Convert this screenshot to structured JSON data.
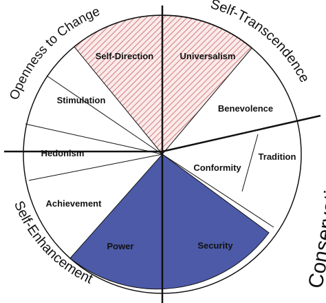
{
  "values": {
    "self_direction": "Self-Direction",
    "universalism": "Universalism",
    "benevolence": "Benevolence",
    "tradition": "Tradition",
    "conformity": "Conformity",
    "security": "Security",
    "power": "Power",
    "achievement": "Achievement",
    "hedonism": "Hedonism",
    "stimulation": "Stimulation"
  },
  "dimensions": {
    "openness": "Openness to Change",
    "self_transcendence": "Self-Transcendence",
    "conservation": "Conservation",
    "self_enhancement": "Self-Enhancement"
  },
  "colors": {
    "hatch": "#d07a7a",
    "hatch_bg": "#fbeaea",
    "blue_fill": "#4c5aa8",
    "stroke": "#111111"
  }
}
